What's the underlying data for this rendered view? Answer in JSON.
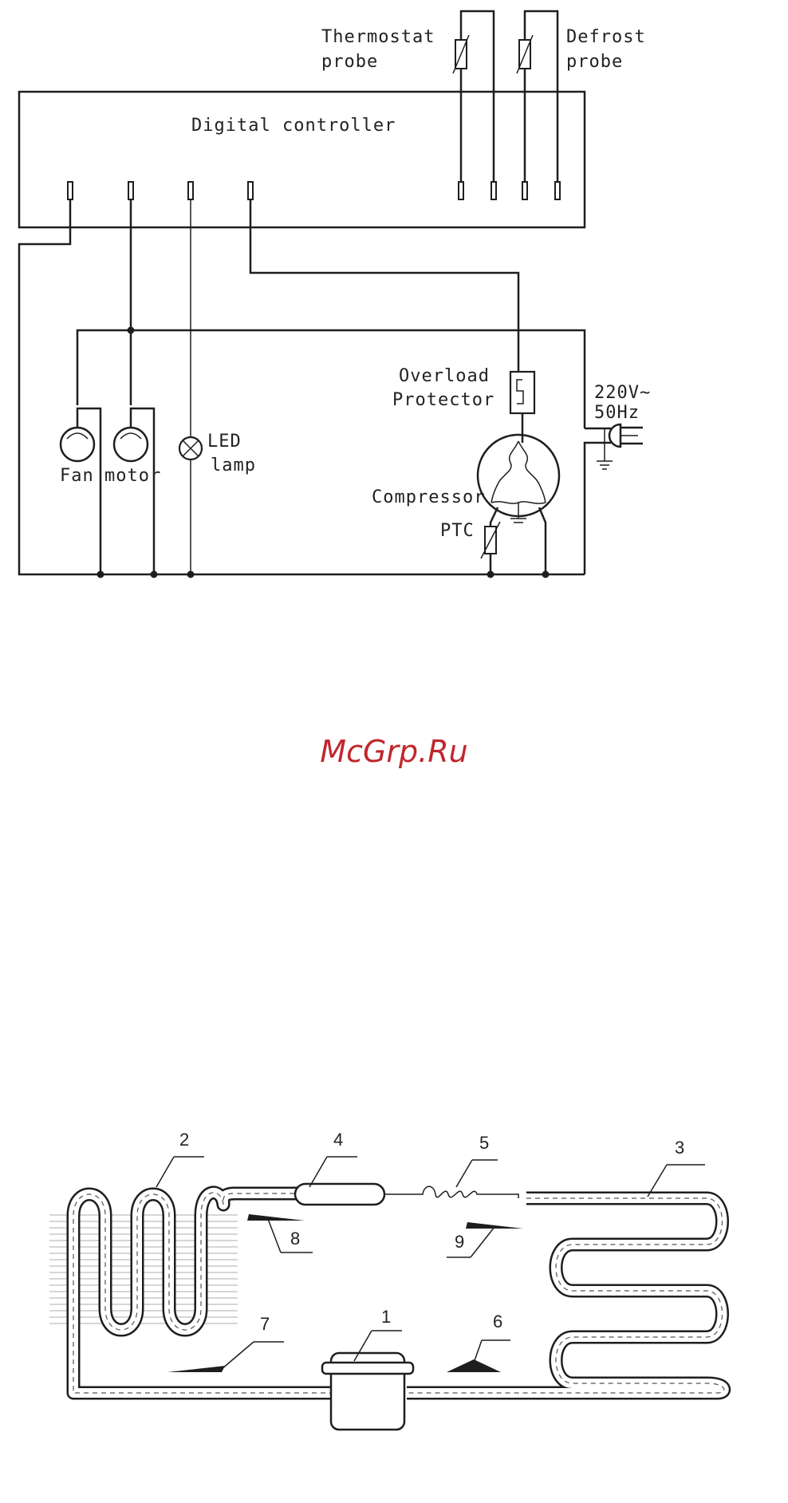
{
  "wiring": {
    "thermostat_probe": [
      "Thermostat",
      "probe"
    ],
    "defrost_probe": [
      "Defrost",
      "probe"
    ],
    "controller": "Digital controller",
    "overload": [
      "Overload",
      "Protector"
    ],
    "power": [
      "220V~",
      "50Hz"
    ],
    "fan": "Fan",
    "motor": "motor",
    "led": [
      "LED",
      "lamp"
    ],
    "compressor": "Compressor",
    "ptc": "PTC"
  },
  "watermark": "McGrp.Ru",
  "refrigeration": {
    "labels": [
      "1",
      "2",
      "3",
      "4",
      "5",
      "6",
      "7",
      "8",
      "9"
    ]
  }
}
